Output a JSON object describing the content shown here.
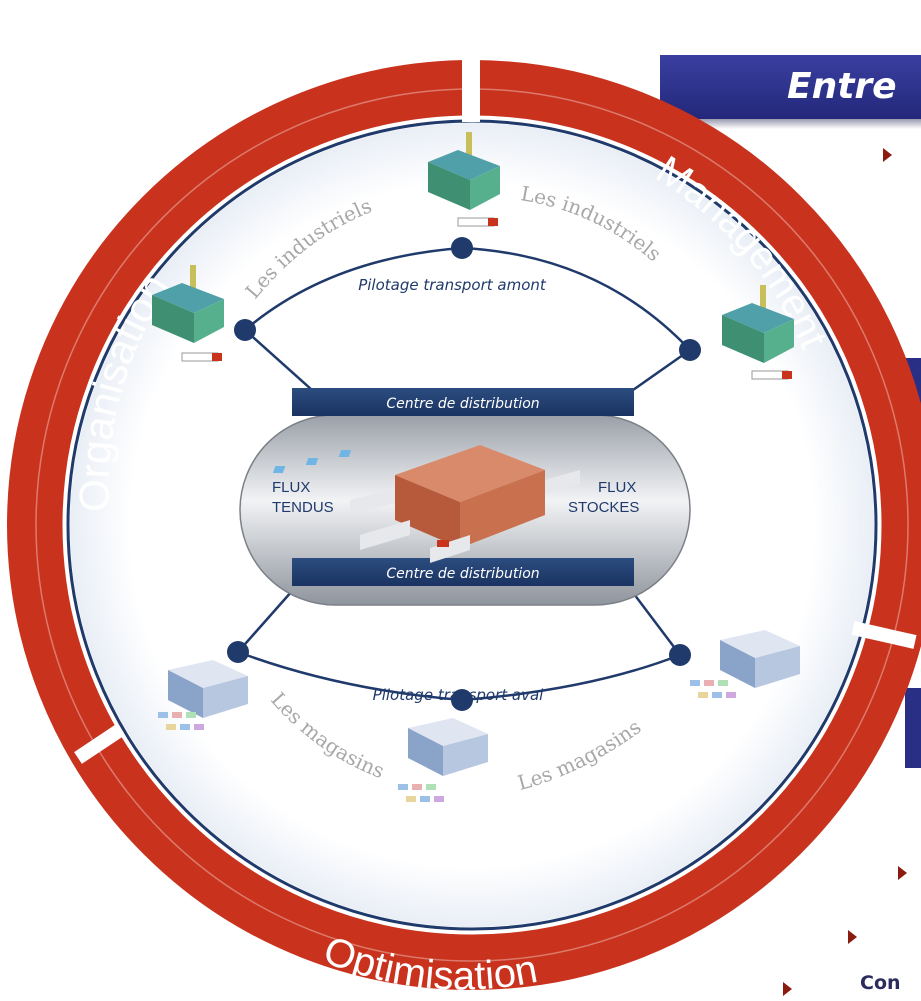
{
  "ring": {
    "segments": [
      "Organisation",
      "Management",
      "Optimisation"
    ]
  },
  "diagram": {
    "top_label": "Pilotage transport amont",
    "bottom_label": "Pilotage transport aval",
    "industriels_left": "Les industriels",
    "industriels_right": "Les industriels",
    "magasins_left": "Les magasins",
    "magasins_right": "Les magasins",
    "center_banner_top": "Centre de distribution",
    "center_banner_bottom": "Centre de distribution",
    "flux_left_line1": "FLUX",
    "flux_left_line2": "TENDUS",
    "flux_right_line1": "FLUX",
    "flux_right_line2": "STOCKES"
  },
  "side_panel": {
    "title": "Entre",
    "footer_text": "Con"
  },
  "icons": {
    "factory": "factory-icon",
    "warehouse": "warehouse-icon",
    "store": "store-icon"
  },
  "colors": {
    "ring": "#c9331e",
    "ring_dark": "#9c2412",
    "navy": "#1f3a6b",
    "title_bar": "#2a2f86",
    "grey_text": "#a8a8a8",
    "bullet": "#8b1a10"
  }
}
